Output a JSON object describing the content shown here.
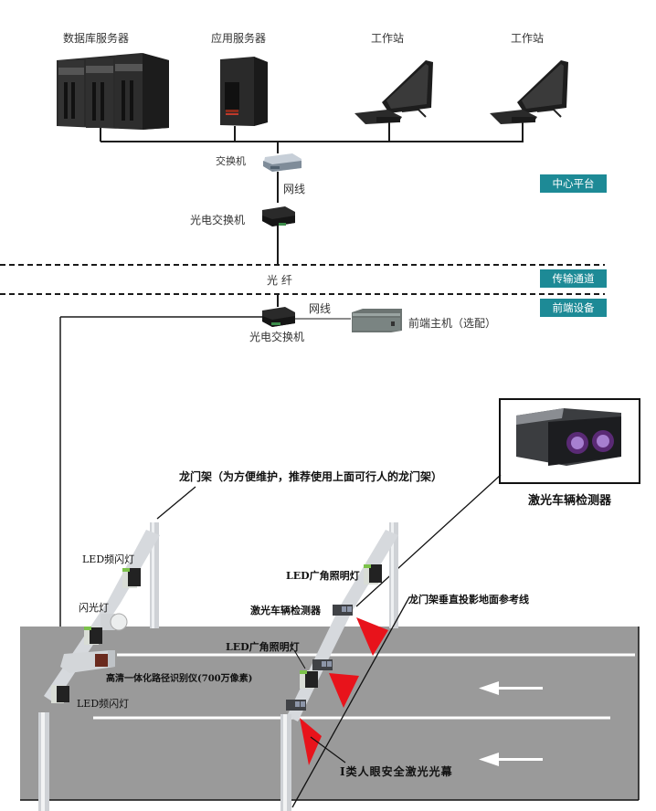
{
  "center": {
    "devices": [
      {
        "label": "数据库服务器",
        "icon": "database-server-icon"
      },
      {
        "label": "应用服务器",
        "icon": "application-server-icon"
      },
      {
        "label": "工作站",
        "icon": "workstation-icon"
      },
      {
        "label": "工作站",
        "icon": "workstation-icon"
      }
    ],
    "switch_label": "交换机",
    "cable_label_top": "网线",
    "optical_switch_top_label": "光电交换机"
  },
  "zones": {
    "center_platform": "中心平台",
    "transmission": "传输通道",
    "front_end": "前端设备"
  },
  "transmission": {
    "fiber_label": "光 纤"
  },
  "front_end": {
    "cable_label": "网线",
    "optical_switch_label": "光电交换机",
    "front_host_label": "前端主机（选配）"
  },
  "detector_callout": {
    "label": "激光车辆检测器"
  },
  "gantry": {
    "label": "龙门架（为方便维护，推荐使用上面可行人的龙门架）",
    "left_pole": {
      "led_strobe_top": "LED频闪灯",
      "flash_light": "闪光灯",
      "camera": "高清一体化路径识别仪(700万像素)",
      "led_strobe_bottom": "LED频闪灯"
    },
    "right_pole": {
      "led_wide_top": "LED广角照明灯",
      "laser_detector": "激光车辆检测器",
      "projection_line": "龙门架垂直投影地面参考线",
      "led_wide_bottom": "LED广角照明灯",
      "laser_curtain": "I类人眼安全激光光幕"
    }
  },
  "colors": {
    "zone_tag": "#1d8a96",
    "road": "#9a9a9a",
    "laser": "#e8131b",
    "line": "#1a1a1a"
  }
}
